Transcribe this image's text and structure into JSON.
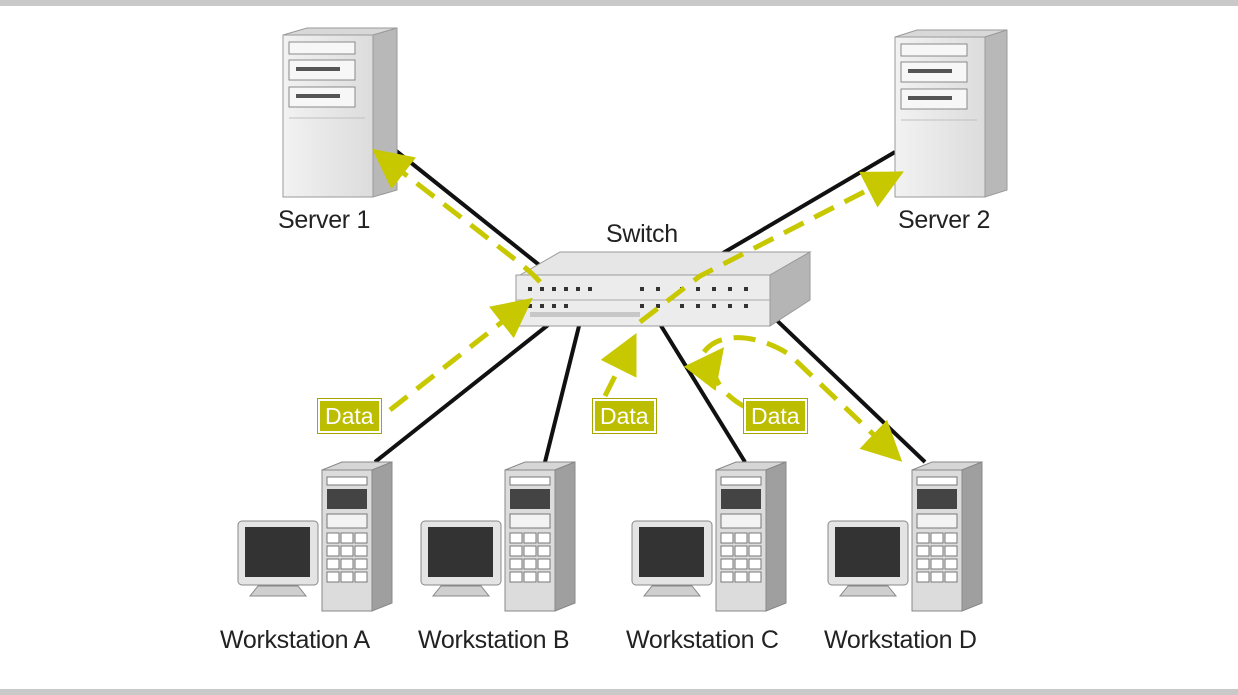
{
  "labels": {
    "server1": "Server 1",
    "server2": "Server 2",
    "switch": "Switch",
    "workstations": [
      "Workstation A",
      "Workstation B",
      "Workstation C",
      "Workstation D"
    ]
  },
  "data_tags": [
    "Data",
    "Data",
    "Data"
  ],
  "colors": {
    "cable": "#111111",
    "data_flow": "#c8c800",
    "data_tag_bg": "#bdbd00",
    "equipment_face": "#e9e9e9",
    "equipment_side": "#b9b9b9"
  },
  "icons": [
    "server-icon",
    "switch-icon",
    "workstation-icon",
    "data-flow-arrow"
  ]
}
